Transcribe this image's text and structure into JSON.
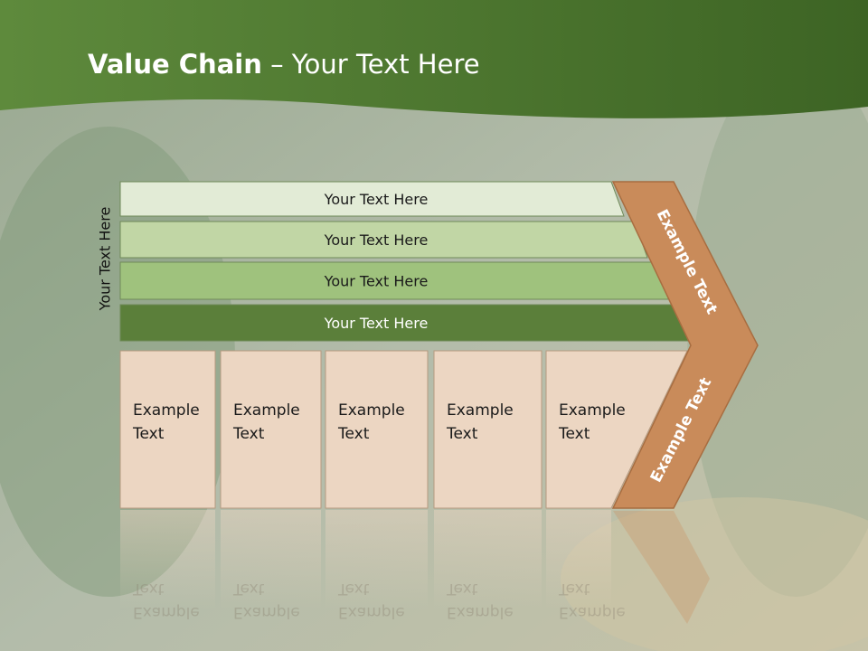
{
  "slide": {
    "title_bold": "Value Chain",
    "title_rest": " – Your Text Here",
    "side_label": "Your Text Here"
  },
  "bars": [
    {
      "label": "Your Text Here",
      "color": "#e2ebd6"
    },
    {
      "label": "Your Text Here",
      "color": "#c1d6a5"
    },
    {
      "label": "Your Text Here",
      "color": "#9fc27d"
    },
    {
      "label": "Your Text Here",
      "color": "#5b7f3a"
    }
  ],
  "boxes": [
    {
      "line1": "Example",
      "line2": "Text"
    },
    {
      "line1": "Example",
      "line2": "Text"
    },
    {
      "line1": "Example",
      "line2": "Text"
    },
    {
      "line1": "Example",
      "line2": "Text"
    },
    {
      "line1": "Example",
      "line2": "Text"
    }
  ],
  "chevron": {
    "upper_label": "Example Text",
    "lower_label": "Example Text",
    "color": "#c98b5a"
  },
  "colors": {
    "header": "#527a33",
    "box_fill": "#ecd6c2"
  }
}
